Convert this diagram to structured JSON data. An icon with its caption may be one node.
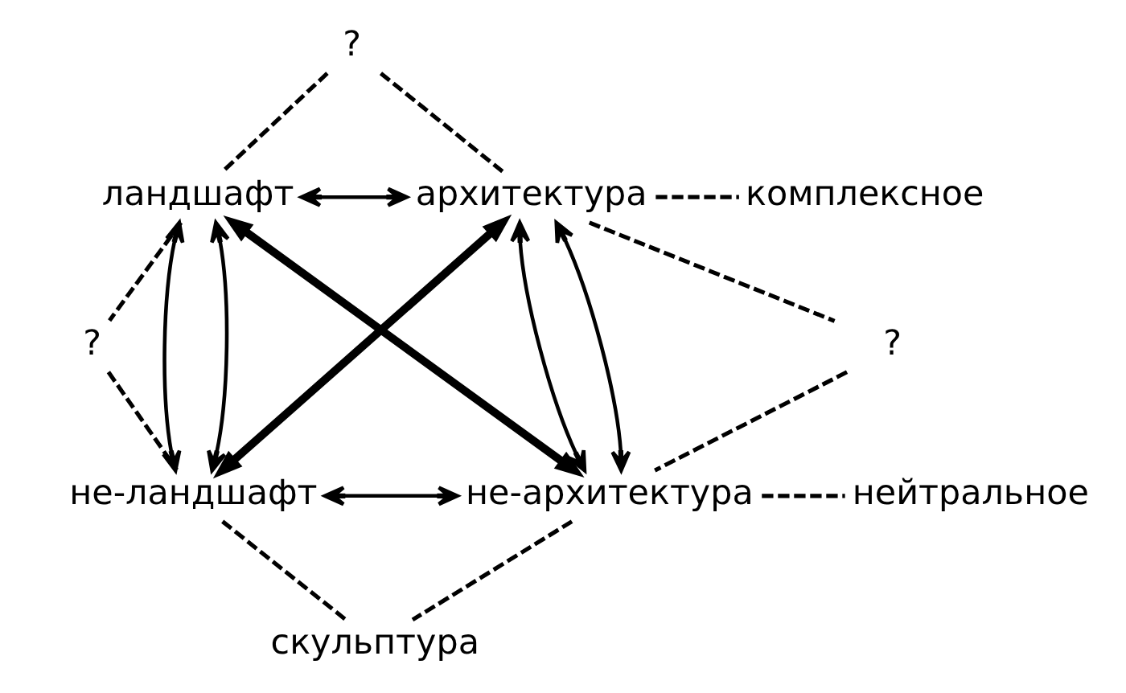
{
  "diagram": {
    "nodes": [
      {
        "text": [
          "?"
        ]
      },
      {
        "text": [
          "ландшафт"
        ]
      },
      {
        "text": [
          "архитектура"
        ]
      },
      {
        "text": [
          "комплексное"
        ]
      },
      {
        "text": [
          "?"
        ]
      },
      {
        "text": [
          "?"
        ]
      },
      {
        "text": [
          "не-ландшафт"
        ]
      },
      {
        "text": [
          "не-архитектура"
        ]
      },
      {
        "text": [
          "нейтральное"
        ]
      },
      {
        "text": [
          "скульптура"
        ]
      }
    ],
    "edges": [
      {
        "from": 0,
        "to": 1,
        "arrow": "none",
        "style": "dashed"
      },
      {
        "from": 0,
        "to": 2,
        "arrow": "none",
        "style": "dashed"
      },
      {
        "from": 1,
        "to": 2,
        "arrow": "both"
      },
      {
        "from": 2,
        "to": 3,
        "arrow": "none",
        "style": "dashed"
      },
      {
        "from": 1,
        "to": 4,
        "arrow": "none",
        "style": "dashed"
      },
      {
        "from": 4,
        "to": 6,
        "arrow": "none",
        "style": "dashed"
      },
      {
        "from": 1,
        "to": 6,
        "arrow": "both"
      },
      {
        "from": 1,
        "to": 6,
        "arrow": "both"
      },
      {
        "from": 1,
        "to": 7,
        "arrow": "both",
        "style": "thick"
      },
      {
        "from": 2,
        "to": 6,
        "arrow": "both",
        "style": "thick"
      },
      {
        "from": 2,
        "to": 7,
        "arrow": "both"
      },
      {
        "from": 2,
        "to": 7,
        "arrow": "both"
      },
      {
        "from": 2,
        "to": 5,
        "arrow": "none",
        "style": "dashed"
      },
      {
        "from": 5,
        "to": 7,
        "arrow": "none",
        "style": "dashed"
      },
      {
        "from": 6,
        "to": 7,
        "arrow": "both"
      },
      {
        "from": 7,
        "to": 8,
        "arrow": "none",
        "style": "dashed"
      },
      {
        "from": 6,
        "to": 9,
        "arrow": "none",
        "style": "dashed"
      },
      {
        "from": 7,
        "to": 9,
        "arrow": "none",
        "style": "dashed"
      }
    ]
  }
}
